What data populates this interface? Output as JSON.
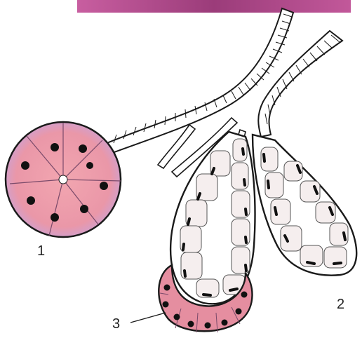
{
  "labels": {
    "one": "1",
    "two": "2",
    "three": "3"
  },
  "colors": {
    "outline": "#1a1a1a",
    "serous_cytoplasm": "#ea9aa8",
    "serous_rim": "#c9a7d6",
    "mucous_cell": "#f4eeee",
    "nucleus": "#111111",
    "demilune": "#e58ea0",
    "photo_band": "#b14a86"
  },
  "icons": [
    "serous-acinus-icon",
    "mucous-tubule-icon",
    "serous-demilune-icon",
    "duct-icon"
  ]
}
